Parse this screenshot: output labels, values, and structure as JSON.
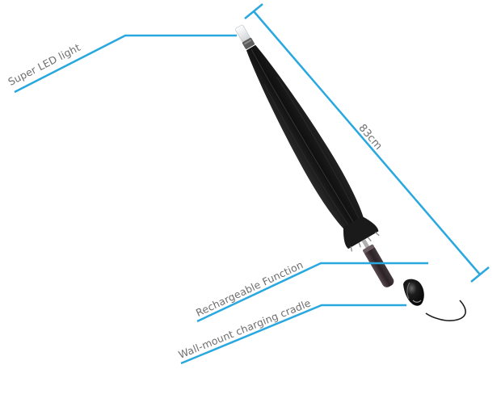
{
  "labels": {
    "led": "Super LED light",
    "rechargeable": "Rechargeable Function",
    "cradle": "Wall-mount charging cradle",
    "length": "83cm"
  },
  "colors": {
    "accent_line": "#29a8e0",
    "label_text": "#6f6f6f",
    "canopy": "#161616",
    "handle": "#3a2f33"
  }
}
